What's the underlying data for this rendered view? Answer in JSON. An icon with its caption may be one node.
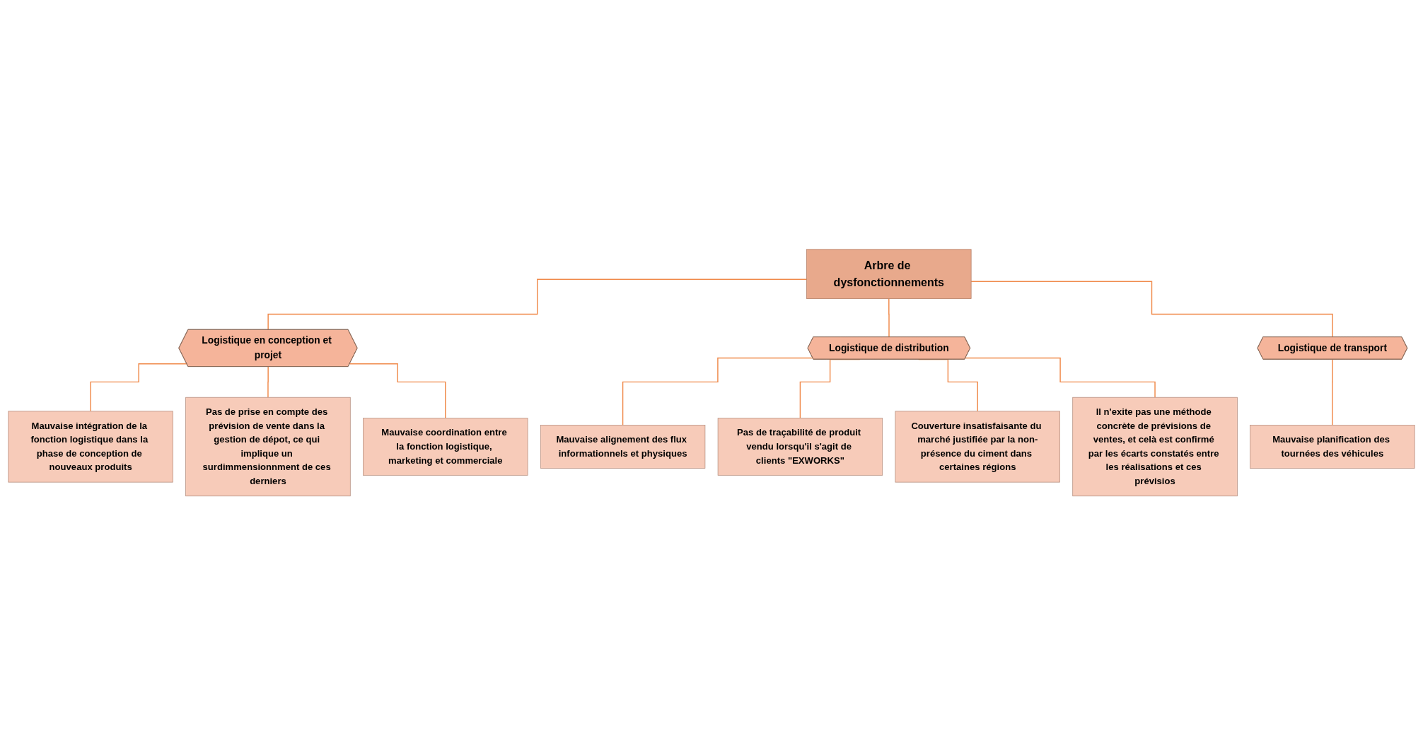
{
  "diagram": {
    "nodes": [
      {
        "text": [
          "Arbre de dysfonctionnements"
        ]
      },
      {
        "text": [
          "Logistique en conception et projet"
        ]
      },
      {
        "text": [
          "Mauvaise intégration de la fonction logistique dans la phase de conception de nouveaux produits"
        ]
      },
      {
        "text": [
          "Pas de prise en compte des prévision de vente dans la gestion de dépot, ce qui implique un surdimmensionnment de ces derniers"
        ]
      },
      {
        "text": [
          "Mauvaise coordination entre la fonction logistique, marketing et commerciale"
        ]
      },
      {
        "text": [
          "Logistique de distribution"
        ]
      },
      {
        "text": [
          "Mauvaise alignement des flux informationnels et physiques"
        ]
      },
      {
        "text": [
          "Pas de traçabilité de produit vendu lorsqu'il s'agit de clients \"EXWORKS\""
        ]
      },
      {
        "text": [
          "Couverture insatisfaisante du marché justifiée par la non-présence du ciment dans certaines régions"
        ]
      },
      {
        "text": [
          "Il n'exite pas une méthode concrète de prévisions de ventes, et celà est confirmé par les écarts constatés entre les réalisations et ces prévisios"
        ]
      },
      {
        "text": [
          "Logistique de transport"
        ]
      },
      {
        "text": [
          "Mauvaise planification des tournées des véhicules"
        ]
      }
    ],
    "edges": [
      {
        "from": 0,
        "to": 1,
        "arrow": "none"
      },
      {
        "from": 0,
        "to": 5,
        "arrow": "none"
      },
      {
        "from": 0,
        "to": 10,
        "arrow": "none"
      },
      {
        "from": 1,
        "to": 2,
        "arrow": "none"
      },
      {
        "from": 1,
        "to": 3,
        "arrow": "none"
      },
      {
        "from": 1,
        "to": 4,
        "arrow": "none"
      },
      {
        "from": 5,
        "to": 6,
        "arrow": "none"
      },
      {
        "from": 5,
        "to": 7,
        "arrow": "none"
      },
      {
        "from": 5,
        "to": 8,
        "arrow": "none"
      },
      {
        "from": 5,
        "to": 9,
        "arrow": "none"
      },
      {
        "from": 10,
        "to": 11,
        "arrow": "none"
      }
    ]
  }
}
